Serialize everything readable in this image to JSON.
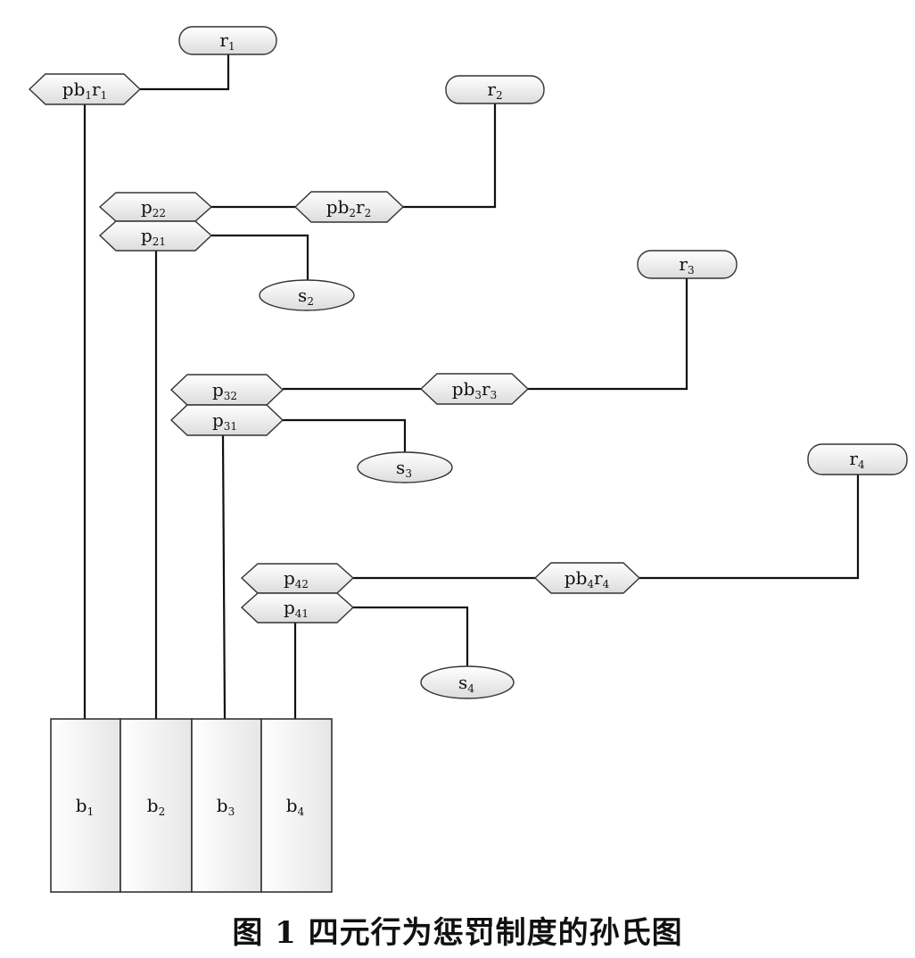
{
  "nodes": {
    "r1": {
      "main": "r",
      "sub": "1"
    },
    "r2": {
      "main": "r",
      "sub": "2"
    },
    "r3": {
      "main": "r",
      "sub": "3"
    },
    "r4": {
      "main": "r",
      "sub": "4"
    },
    "pb1r1": {
      "parts": [
        "pb",
        "1",
        "r",
        "1"
      ]
    },
    "pb2r2": {
      "parts": [
        "pb",
        "2",
        "r",
        "2"
      ]
    },
    "pb3r3": {
      "parts": [
        "pb",
        "3",
        "r",
        "3"
      ]
    },
    "pb4r4": {
      "parts": [
        "pb",
        "4",
        "r",
        "4"
      ]
    },
    "p22": {
      "main": "p",
      "sub": "22"
    },
    "p21": {
      "main": "p",
      "sub": "21"
    },
    "p32": {
      "main": "p",
      "sub": "32"
    },
    "p31": {
      "main": "p",
      "sub": "31"
    },
    "p42": {
      "main": "p",
      "sub": "42"
    },
    "p41": {
      "main": "p",
      "sub": "41"
    },
    "s2": {
      "main": "s",
      "sub": "2"
    },
    "s3": {
      "main": "s",
      "sub": "3"
    },
    "s4": {
      "main": "s",
      "sub": "4"
    },
    "b1": {
      "main": "b",
      "sub": "1"
    },
    "b2": {
      "main": "b",
      "sub": "2"
    },
    "b3": {
      "main": "b",
      "sub": "3"
    },
    "b4": {
      "main": "b",
      "sub": "4"
    }
  },
  "caption": "图 1  四元行为惩罚制度的孙氏图"
}
